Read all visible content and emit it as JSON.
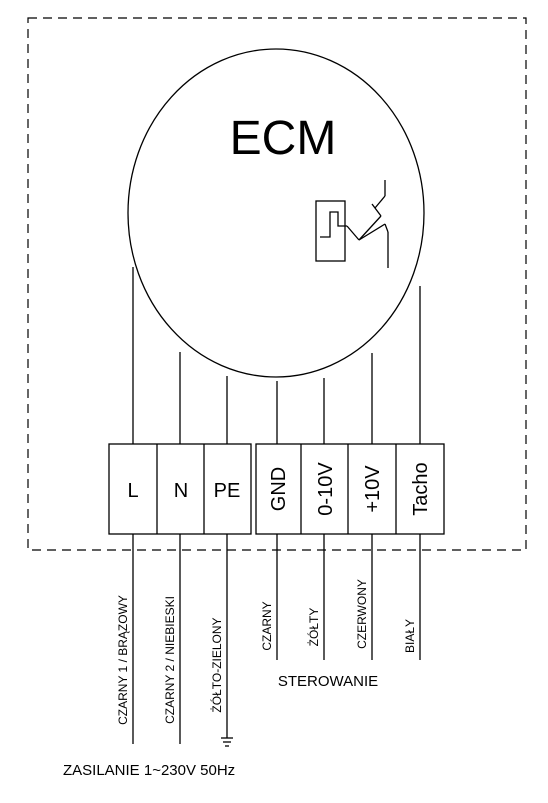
{
  "motor": {
    "label": "ECM"
  },
  "power_terminals": [
    {
      "label": "L"
    },
    {
      "label": "N"
    },
    {
      "label": "PE"
    }
  ],
  "control_terminals": [
    {
      "label": "GND"
    },
    {
      "label": "0-10V"
    },
    {
      "label": "+10V"
    },
    {
      "label": "Tacho"
    }
  ],
  "wire_colors": {
    "l": "CZARNY 1 / BRĄZOWY",
    "n": "CZARNY 2 / NIEBIESKI",
    "pe": "ŻÓŁTO-ZIELONY",
    "gnd": "CZARNY",
    "v010": "ŻÓŁTY",
    "v10": "CZERWONY",
    "tacho": "BIAŁY"
  },
  "sterowanie_label": "STEROWANIE",
  "zasilanie_label": "ZASILANIE  1~230V 50Hz"
}
